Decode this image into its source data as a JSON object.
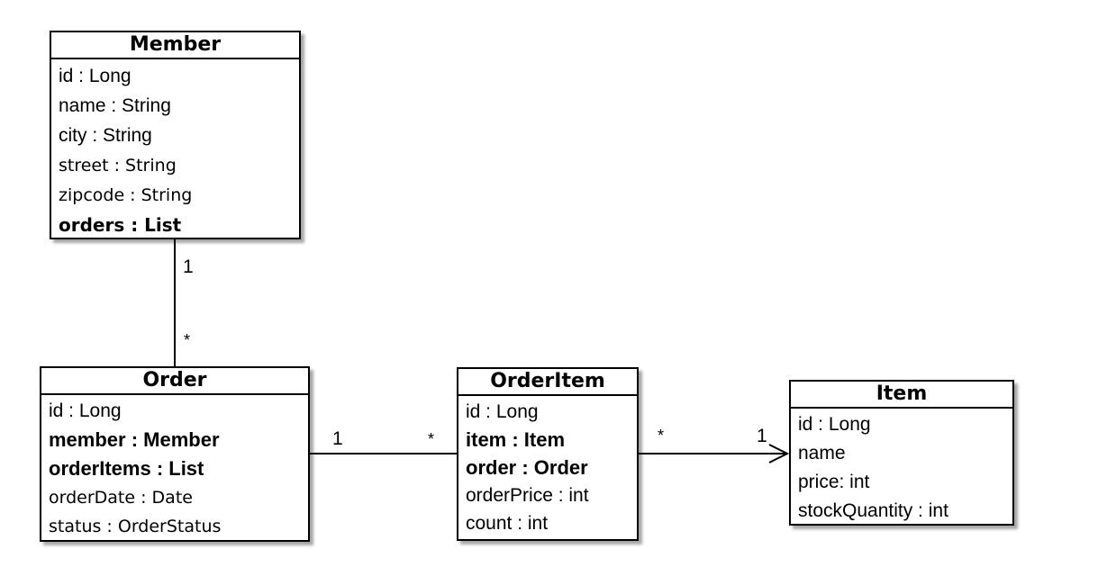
{
  "classes": {
    "member": {
      "title": "Member",
      "attributes": [
        {
          "text": "id : Long",
          "bold": false,
          "alt_font": false
        },
        {
          "text": "name : String",
          "bold": false,
          "alt_font": false
        },
        {
          "text": "city : String",
          "bold": false,
          "alt_font": false
        },
        {
          "text": "street : String",
          "bold": false,
          "alt_font": true
        },
        {
          "text": "zipcode : String",
          "bold": false,
          "alt_font": true
        },
        {
          "text": "orders : List",
          "bold": true,
          "alt_font": true
        }
      ]
    },
    "order": {
      "title": "Order",
      "attributes": [
        {
          "text": "id : Long",
          "bold": false,
          "alt_font": false
        },
        {
          "text": "member : Member",
          "bold": true,
          "alt_font": false
        },
        {
          "text": "orderItems : List",
          "bold": true,
          "alt_font": false
        },
        {
          "text": "orderDate : Date",
          "bold": false,
          "alt_font": true
        },
        {
          "text": "status : OrderStatus",
          "bold": false,
          "alt_font": true
        }
      ]
    },
    "order_item": {
      "title": "OrderItem",
      "attributes": [
        {
          "text": "id : Long",
          "bold": false,
          "alt_font": false
        },
        {
          "text": "item : Item",
          "bold": true,
          "alt_font": false
        },
        {
          "text": "order : Order",
          "bold": true,
          "alt_font": false
        },
        {
          "text": "orderPrice : int",
          "bold": false,
          "alt_font": false
        },
        {
          "text": "count : int",
          "bold": false,
          "alt_font": false
        }
      ]
    },
    "item": {
      "title": "Item",
      "attributes": [
        {
          "text": "id : Long",
          "bold": false,
          "alt_font": false
        },
        {
          "text": "name",
          "bold": false,
          "alt_font": false
        },
        {
          "text": "price: int",
          "bold": false,
          "alt_font": false
        },
        {
          "text": "stockQuantity : int",
          "bold": false,
          "alt_font": false
        }
      ]
    }
  },
  "associations": {
    "member_order": {
      "member_end": "1",
      "order_end": "*"
    },
    "order_orderitem": {
      "order_end": "1",
      "orderitem_end": "*"
    },
    "orderitem_item": {
      "orderitem_end": "*",
      "item_end": "1"
    }
  }
}
